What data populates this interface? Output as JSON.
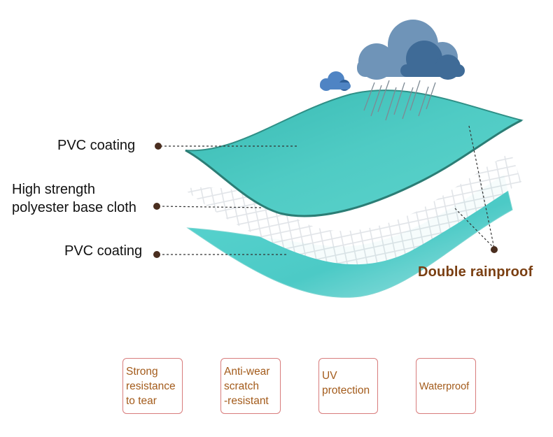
{
  "layers": {
    "top_label": "PVC coating",
    "middle_label": "High strength\npolyester base cloth",
    "bottom_label": "PVC coating"
  },
  "callout": "Double rainproof",
  "features": [
    {
      "label": "Strong\nresistance\nto tear"
    },
    {
      "label": "Anti-wear\nscratch\n-resistant"
    },
    {
      "label": "UV\nprotection"
    },
    {
      "label": "Waterproof"
    }
  ],
  "colors": {
    "pvc_teal": "#4cc9c4",
    "pvc_edge": "#2f8f86",
    "mesh": "#e6e9ec",
    "cloud_dark": "#3f6b97",
    "cloud_light": "#5a8fc2",
    "callout_text": "#7a3f12",
    "feature_border": "#d87c7c",
    "feature_text": "#a35b1b"
  },
  "icons": [
    "rain-cloud-icon",
    "small-cloud-icon",
    "rain-streaks-icon"
  ]
}
